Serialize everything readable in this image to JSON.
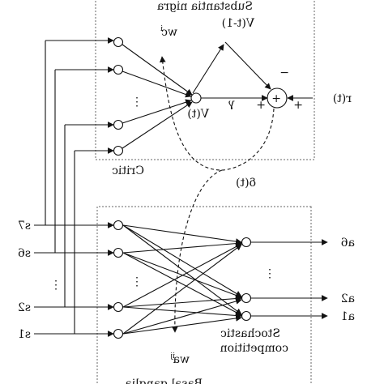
{
  "diagram": {
    "top_block": {
      "title": "Substantia nigra",
      "critic_label": "Critic",
      "v_t_label": "V(t)",
      "v_prev_label": "V(t-1)",
      "gamma_label": "γ",
      "r_label": "r(t)",
      "minus_sign": "−",
      "plus_left": "+",
      "plus_right": "+",
      "sum_symbol": "+",
      "weight_label": "wc",
      "weight_sup": "i"
    },
    "delta_label": "δ(t)",
    "bottom_block": {
      "title": "Basal ganglia",
      "competition_line1": "Stochastic",
      "competition_line2": "competition",
      "weight_label": "wa",
      "weight_sup": "ij"
    },
    "inputs": [
      "s1",
      "s2",
      "s6",
      "s7"
    ],
    "outputs": [
      "a1",
      "a2",
      "a6"
    ],
    "ellipsis": "⋮"
  }
}
